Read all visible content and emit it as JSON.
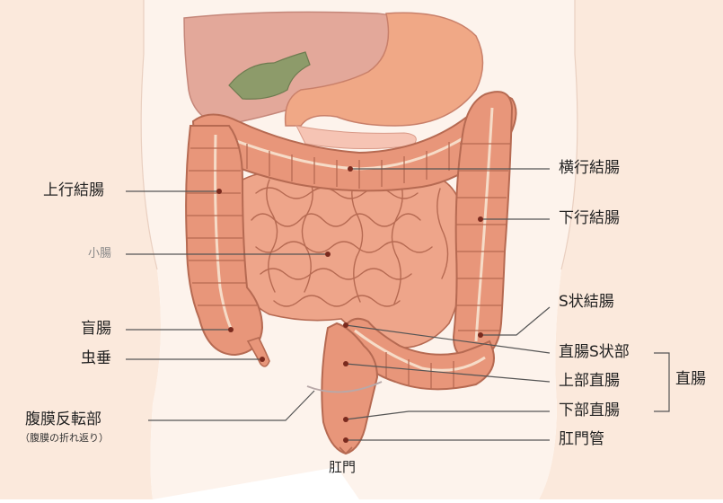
{
  "labels": {
    "ascending_colon": "上行結腸",
    "small_intestine": "小腸",
    "cecum": "盲腸",
    "appendix": "虫垂",
    "peritoneal_reflection": "腹膜反転部",
    "peritoneal_reflection_note": "（腹膜の折れ返り）",
    "anus": "肛門",
    "transverse_colon": "横行結腸",
    "descending_colon": "下行結腸",
    "sigmoid_colon": "S状結腸",
    "rectosigmoid": "直腸S状部",
    "upper_rectum": "上部直腸",
    "lower_rectum": "下部直腸",
    "anal_canal": "肛門管",
    "rectum": "直腸"
  },
  "colors": {
    "skin": "#fbe9dc",
    "colon": "#e8967a",
    "colon_stroke": "#b66a52",
    "small_intestine": "#eea58a",
    "liver": "#e3a89a",
    "stomach": "#f0a886",
    "gallbladder": "#8d9b6a",
    "leader_line": "#555555"
  }
}
